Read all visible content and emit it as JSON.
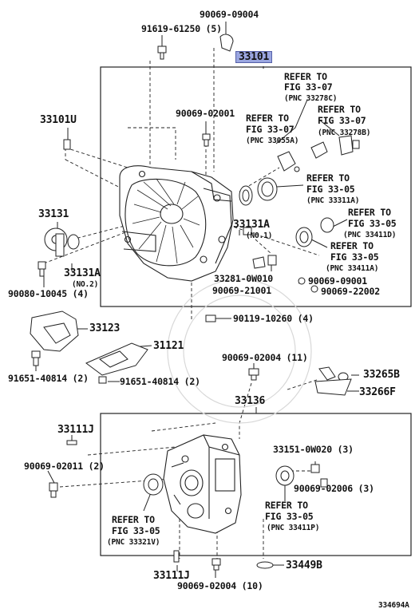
{
  "labels": {
    "p90069_09004": "90069-09004",
    "p91619_61250": "91619-61250 (5)",
    "p33101": "33101",
    "p33101U": "33101U",
    "p90069_02001": "90069-02001",
    "ref_33278C_a": "REFER TO",
    "ref_33278C_b": "FIG 33-07",
    "ref_33278C_c": "(PNC 33278C)",
    "ref_33278B_a": "REFER TO",
    "ref_33278B_b": "FIG 33-07",
    "ref_33278B_c": "(PNC 33278B)",
    "ref_33055A_a": "REFER TO",
    "ref_33055A_b": "FIG 33-07",
    "ref_33055A_c": "(PNC 33055A)",
    "ref_33311A_a": "REFER TO",
    "ref_33311A_b": "FIG 33-05",
    "ref_33311A_c": "(PNC 33311A)",
    "ref_33411D_a": "REFER TO",
    "ref_33411D_b": "FIG 33-05",
    "ref_33411D_c": "(PNC 33411D)",
    "ref_33411A_a": "REFER TO",
    "ref_33411A_b": "FIG 33-05",
    "ref_33411A_c": "(PNC 33411A)",
    "p33131": "33131",
    "p33131A_no1": "33131A",
    "no1": "(NO.1)",
    "p33131A_no2": "33131A",
    "no2": "(NO.2)",
    "p90080_10045": "90080-10045 (4)",
    "p33281": "33281-0W010",
    "p90069_21001": "90069-21001",
    "p90069_09001": "90069-09001",
    "p90069_22002": "90069-22002",
    "p33123": "33123",
    "p90119_10260": "90119-10260 (4)",
    "p31121": "31121",
    "p91651_a": "91651-40814 (2)",
    "p91651_b": "91651-40814 (2)",
    "p90069_02004_11": "90069-02004 (11)",
    "p33265B": "33265B",
    "p33266F": "33266F",
    "p33136": "33136",
    "p33111J_a": "33111J",
    "p90069_02011": "90069-02011 (2)",
    "p33151": "33151-0W020 (3)",
    "p90069_02006": "90069-02006 (3)",
    "ref_33321V_a": "REFER TO",
    "ref_33321V_b": "FIG 33-05",
    "ref_33321V_c": "(PNC 33321V)",
    "ref_33411P_a": "REFER TO",
    "ref_33411P_b": "FIG 33-05",
    "ref_33411P_c": "(PNC 33411P)",
    "p33111J_b": "33111J",
    "p33449B": "33449B",
    "p90069_02004_10": "90069-02004 (10)",
    "fig_id": "334694A"
  }
}
